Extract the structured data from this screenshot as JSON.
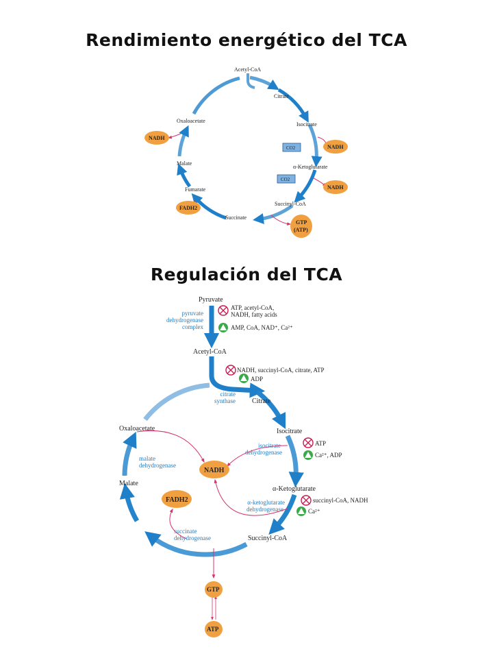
{
  "titles": {
    "energy": "Rendimiento energético del TCA",
    "regulation": "Regulación del TCA"
  },
  "colors": {
    "cycle_blue": "#1f7fc9",
    "cycle_light": "#bcd6ea",
    "cofactor_orange": "#f0a040",
    "arrow_magenta": "#d8336f",
    "inhibit_red": "#c8194f",
    "activate_green": "#39a94a",
    "co2_box": "#7fb2e0",
    "enzyme_text": "#1f7cc6"
  },
  "top_diagram": {
    "metabolites": {
      "acetyl_coa": "Acetyl-CoA",
      "citrate": "Citrate",
      "isocitrate": "Isocitrate",
      "alpha_ketoglutarate": "α-Ketoglutarate",
      "succinyl_coa": "Succinyl-CoA",
      "succinate": "Succinate",
      "fumarate": "Fumarate",
      "malate": "Malate",
      "oxaloacetate": "Oxaloacetate"
    },
    "co2_1": "CO2",
    "co2_2": "CO2",
    "nadh_1": "NADH",
    "nadh_2": "NADH",
    "nadh_3": "NADH",
    "fadh2": "FADH2",
    "gtp": "GTP",
    "atp": "(ATP)"
  },
  "bottom_diagram": {
    "metabolites": {
      "pyruvate": "Pyruvate",
      "acetyl_coa": "Acetyl-CoA",
      "citrate": "Citrate",
      "isocitrate": "Isocitrate",
      "alpha_ketoglutarate": "α-Ketoglutarate",
      "succinyl_coa": "Succinyl-CoA",
      "malate": "Malate",
      "oxaloacetate": "Oxaloacetate"
    },
    "enzymes": {
      "pdh_line1": "pyruvate",
      "pdh_line2": "dehydrogenase",
      "pdh_line3": "complex",
      "cs_line1": "citrate",
      "cs_line2": "synthase",
      "idh_line1": "isocitrate",
      "idh_line2": "dehydrogenase",
      "akgdh_line1": "α-ketoglutarate",
      "akgdh_line2": "dehydrogenase",
      "sdh_line1": "succinate",
      "sdh_line2": "dehydrogenase",
      "mdh_line1": "malate",
      "mdh_line2": "dehydrogenase"
    },
    "regulators": {
      "pdh_inhibitors_1": "ATP, acetyl-CoA,",
      "pdh_inhibitors_2": "NADH, fatty acids",
      "pdh_activators": "AMP, CoA, NAD⁺, Ca²⁺",
      "cs_inhibitors": "NADH, succinyl-CoA, citrate, ATP",
      "cs_activators": "ADP",
      "idh_inhibitors": "ATP",
      "idh_activators": "Ca²⁺, ADP",
      "akgdh_inhibitors": "succinyl-CoA, NADH",
      "akgdh_activators": "Ca²⁺"
    },
    "nadh": "NADH",
    "fadh2": "FADH2",
    "gtp": "GTP",
    "atp": "ATP"
  }
}
